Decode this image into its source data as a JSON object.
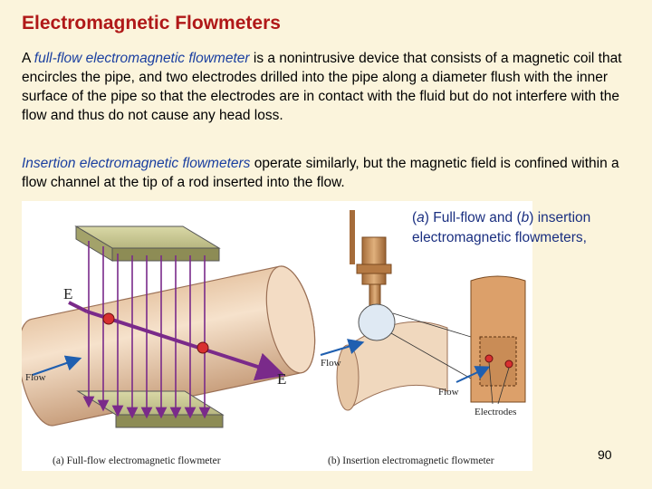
{
  "slide": {
    "title": "Electromagnetic Flowmeters",
    "para1": {
      "lead": "A ",
      "term": "full-flow electromagnetic flowmeter",
      "rest": " is a nonintrusive device that consists of a magnetic coil that encircles the pipe, and two electrodes drilled into the pipe along a diameter flush with the inner surface of the pipe so that the electrodes are in contact with the fluid but do not interfere with the flow and thus do not cause any head loss."
    },
    "para2": {
      "term": "Insertion electromagnetic flowmeters",
      "rest": " operate similarly, but the magnetic field is confined within a flow channel at the tip of a rod inserted into the flow."
    },
    "caption": {
      "a_open": "(",
      "a_letter": "a",
      "a_rest": ") Full-flow and (",
      "b_letter": "b",
      "b_rest": ") insertion electromagnetic flowmeters,"
    },
    "page_number": "90"
  },
  "figure": {
    "label_e_top": "E",
    "label_e_bottom": "E",
    "label_flow_a": "Flow",
    "label_flow_b1": "Flow",
    "label_flow_b2": "Flow",
    "label_electrodes": "Electrodes",
    "caption_a": "(a) Full-flow electromagnetic flowmeter",
    "caption_b": "(b) Insertion electromagnetic flowmeter"
  }
}
